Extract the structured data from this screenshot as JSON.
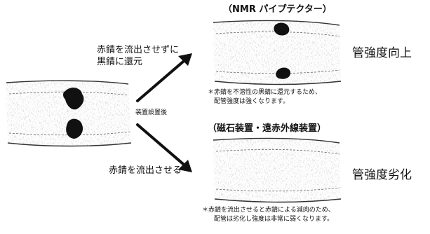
{
  "top": {
    "heading": "（NMR パイプテクター）",
    "process_line1": "赤錆を流出させずに",
    "process_line2": "黒錆に還元",
    "result": "管強度向上",
    "note_line1": "＊赤錆を不溶性の黒錆に還元するため、",
    "note_line2": "配管強度は強くなります。"
  },
  "center_label": "装置設置後",
  "bottom": {
    "heading": "（磁石装置・遠赤外線装置）",
    "process": "赤錆を流出させる",
    "result": "管強度劣化",
    "note_line1": "＊赤錆を流出させると赤錆による減肉のため、",
    "note_line2": "配管は劣化し強度は非常に弱くなります。"
  }
}
